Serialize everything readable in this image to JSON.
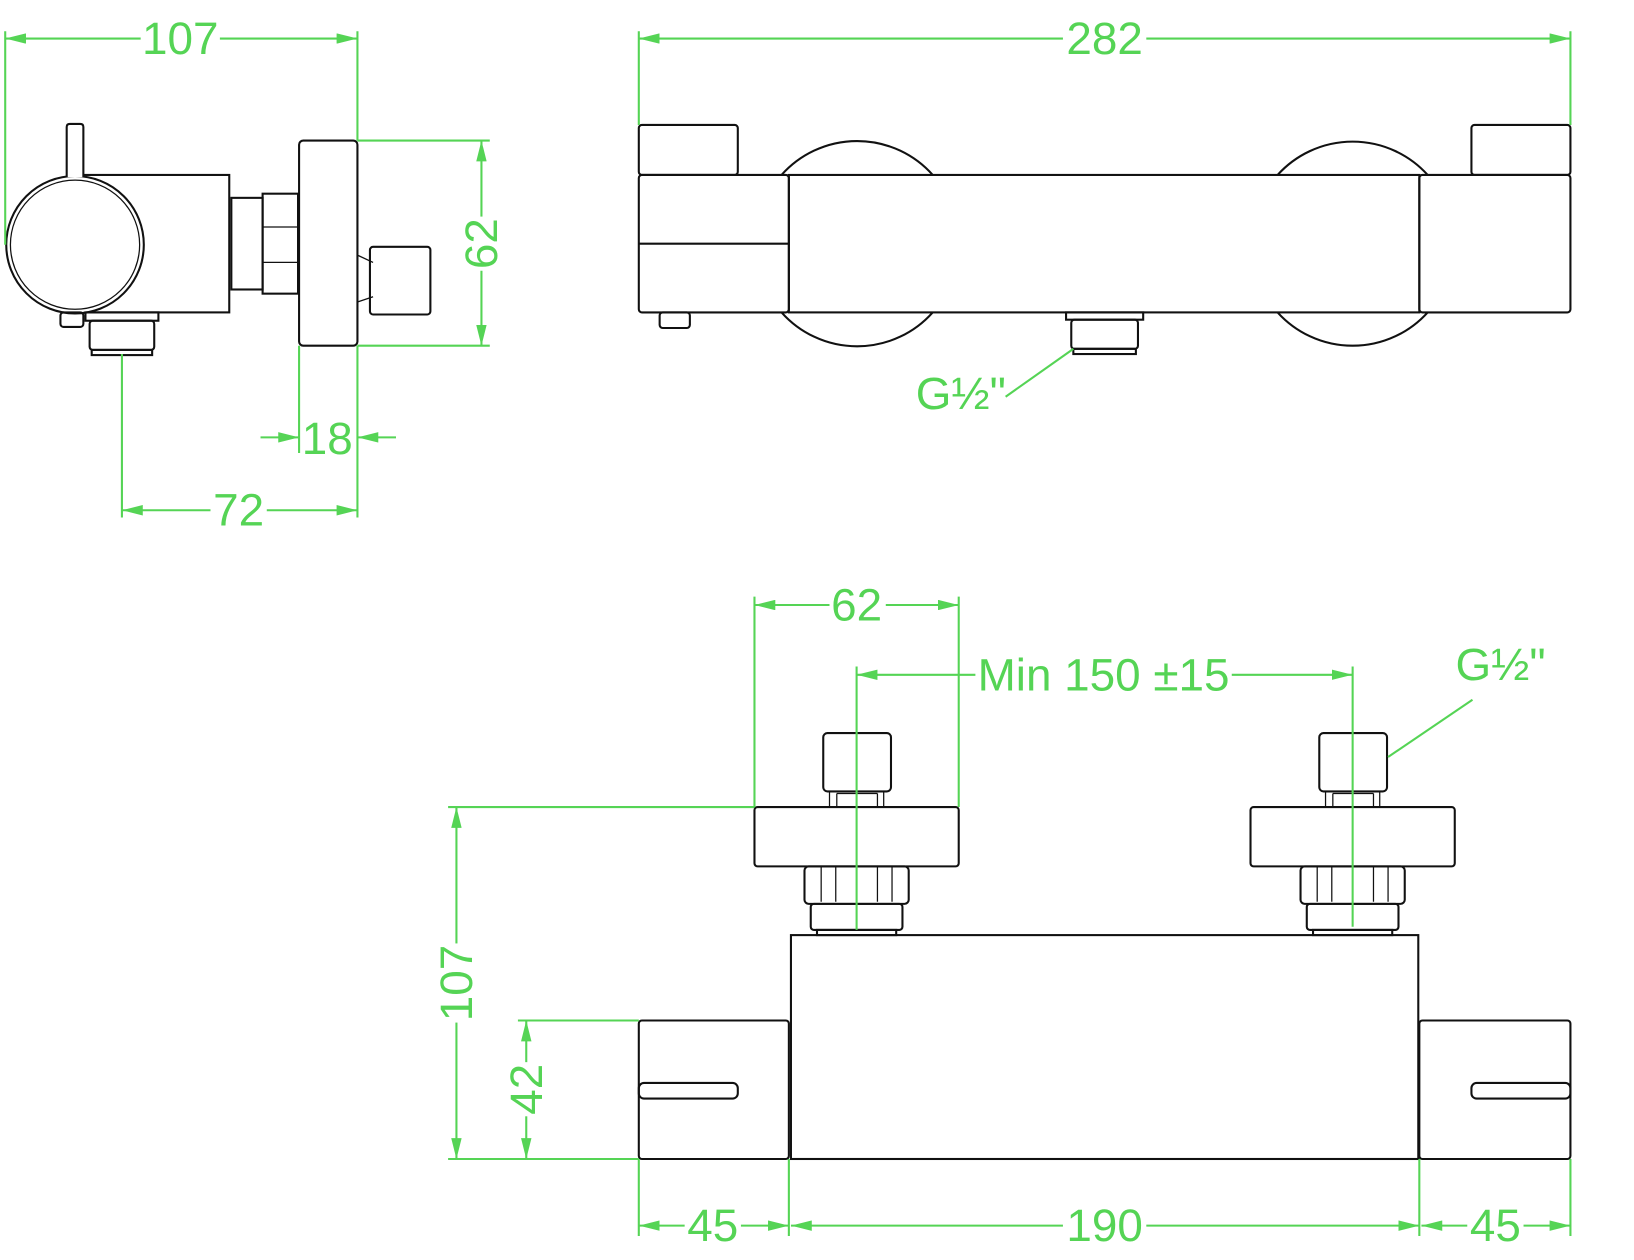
{
  "colors": {
    "dimension": "#55d455",
    "outline": "#111111"
  },
  "side_view": {
    "width": "107",
    "height": "62",
    "plate_thickness": "18",
    "outlet_offset": "72"
  },
  "top_view": {
    "length": "282",
    "thread": "G½\""
  },
  "front_view": {
    "plate_width": "62",
    "inlet_spacing": "Min 150 ±15",
    "thread": "G½\"",
    "total_height": "107",
    "body_height": "42",
    "left_cap": "45",
    "body_length": "190",
    "right_cap": "45"
  }
}
